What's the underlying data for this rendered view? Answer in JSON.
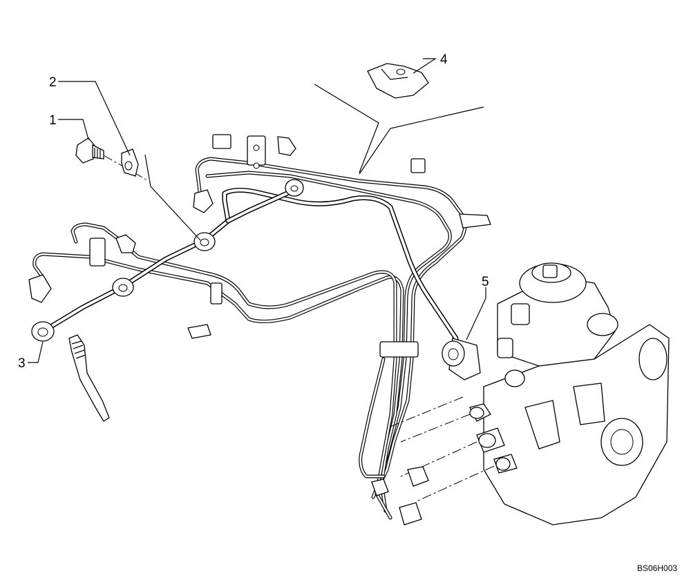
{
  "callouts": [
    {
      "id": "1",
      "label": "1"
    },
    {
      "id": "2",
      "label": "2"
    },
    {
      "id": "3",
      "label": "3"
    },
    {
      "id": "4",
      "label": "4"
    },
    {
      "id": "5",
      "label": "5"
    }
  ],
  "drawing_code": "BS06H003"
}
